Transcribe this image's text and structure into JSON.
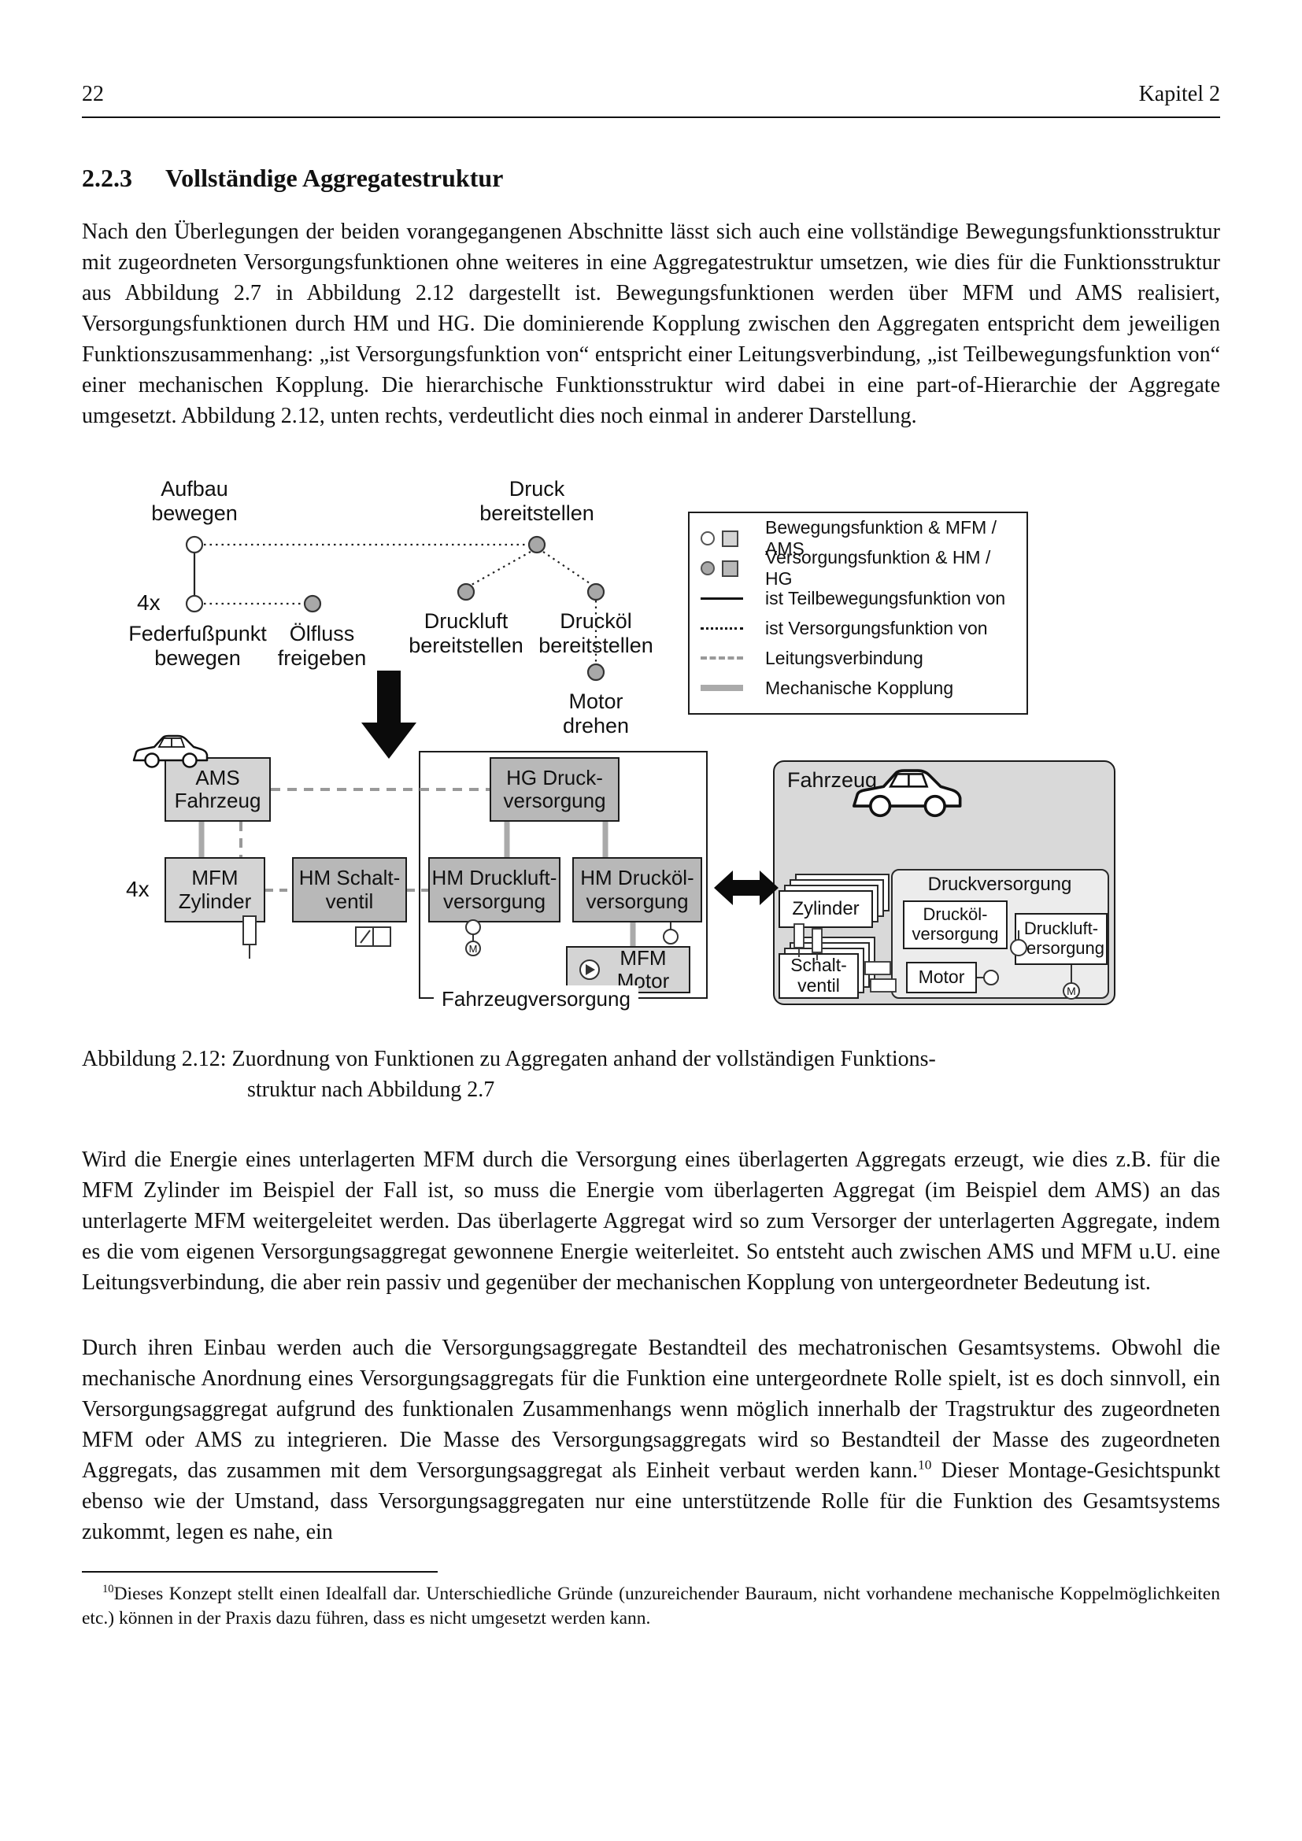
{
  "header": {
    "page_number": "22",
    "chapter": "Kapitel 2"
  },
  "section": {
    "number": "2.2.3",
    "title": "Vollständige Aggregatestruktur"
  },
  "body": {
    "p1": "Nach den Überlegungen der beiden vorangegangenen Abschnitte lässt sich auch eine vollständige Bewegungsfunktionsstruktur mit zugeordneten Versorgungsfunktionen ohne weiteres in eine Aggregatestruktur umsetzen, wie dies für die Funktionsstruktur aus Abbildung 2.7 in Abbildung 2.12 dargestellt ist. Bewegungsfunktionen werden über MFM und AMS realisiert, Versorgungsfunktionen durch HM und HG. Die dominierende Kopplung zwischen den Aggregaten entspricht dem jeweiligen Funktionszusammenhang: „ist Versorgungsfunktion von“ entspricht einer Leitungsverbindung, „ist Teilbewegungsfunktion von“ einer mechanischen Kopplung. Die hierarchische Funktionsstruktur wird dabei in eine part-of-Hierarchie der Aggregate umgesetzt. Abbildung 2.12, unten rechts, verdeutlicht dies noch einmal in anderer Darstellung.",
    "p2": "Wird die Energie eines unterlagerten MFM durch die Versorgung eines überlagerten Aggregats erzeugt, wie dies z.B. für die MFM Zylinder im Beispiel der Fall ist, so muss die Energie vom überlagerten Aggregat (im Beispiel dem AMS) an das unterlagerte MFM weitergeleitet werden. Das überlagerte Aggregat wird so zum Versorger der unterlagerten Aggregate, indem es die vom eigenen Versorgungsaggregat gewonnene Energie weiterleitet. So entsteht auch zwischen AMS und MFM u.U. eine Leitungsverbindung, die aber rein passiv und gegenüber der mechanischen Kopplung von untergeordneter Bedeutung ist.",
    "p3_before": "Durch ihren Einbau werden auch die Versorgungsaggregate Bestandteil des mechatronischen Gesamtsystems. Obwohl die mechanische Anordnung eines Versorgungsaggregats für die Funktion eine untergeordnete Rolle spielt, ist es doch sinnvoll, ein Versorgungsaggregat aufgrund des funktionalen Zusammenhangs wenn möglich innerhalb der Tragstruktur des zugeordneten MFM oder AMS zu integrieren. Die Masse des Versorgungsaggregats wird so Bestandteil der Masse des zugeordneten Aggregats, das zusammen mit dem Versorgungsaggregat als Einheit verbaut werden kann.",
    "p3_footnote_mark": "10",
    "p3_after": " Dieser Montage-Gesichtspunkt ebenso wie der Umstand, dass Versorgungsaggregaten nur eine unterstützende Rolle für die Funktion des Gesamtsystems zukommt, legen es nahe, ein"
  },
  "caption": {
    "text": "Abbildung 2.12: Zuordnung von Funktionen zu Aggregaten anhand der vollständigen Funktions-\nstruktur nach Abbildung 2.7"
  },
  "footnote": {
    "mark": "10",
    "text": "Dieses Konzept stellt einen Idealfall dar. Unterschiedliche Gründe (unzureichender Bauraum, nicht vorhandene mechanische Koppelmöglichkeiten etc.) können in der Praxis dazu führen, dass es nicht umgesetzt werden kann."
  },
  "figure": {
    "tree": {
      "aufbau": "Aufbau\nbewegen",
      "druck": "Druck\nbereitstellen",
      "multiplier": "4x",
      "federfuss": "Federfußpunkt\nbewegen",
      "oelfluss": "Ölfluss\nfreigeben",
      "druckluft": "Druckluft\nbereitstellen",
      "druckoel": "Drucköl\nbereitstellen",
      "motor": "Motor\ndrehen"
    },
    "legend": {
      "items": [
        "Bewegungsfunktion & MFM / AMS",
        "Versorgungsfunktion & HM / HG",
        "ist Teilbewegungsfunktion von",
        "ist Versorgungsfunktion von",
        "Leitungsverbindung",
        "Mechanische Kopplung"
      ]
    },
    "aggregates": {
      "ams_fahrzeug": "AMS\nFahrzeug",
      "multiplier": "4x",
      "mfm_zylinder": "MFM\nZylinder",
      "hm_schaltventil": "HM Schalt-\nventil",
      "hg_druckversorgung": "HG Druck-\nversorgung",
      "hm_druckluft": "HM Druckluft-\nversorgung",
      "hm_druckoel": "HM Drucköl-\nversorgung",
      "mfm_motor": "MFM Motor",
      "fahrzeugversorgung": "Fahrzeugversorgung"
    },
    "vehicle": {
      "title": "Fahrzeug",
      "zylinder": "Zylinder",
      "schaltventil": "Schalt-\nventil",
      "druckversorgung": "Druckversorgung",
      "druckoel": "Drucköl-\nversorgung",
      "druckluft": "Druckluft-\nversorgung",
      "motor": "Motor"
    },
    "icons": {
      "motor_letter": "M"
    }
  }
}
